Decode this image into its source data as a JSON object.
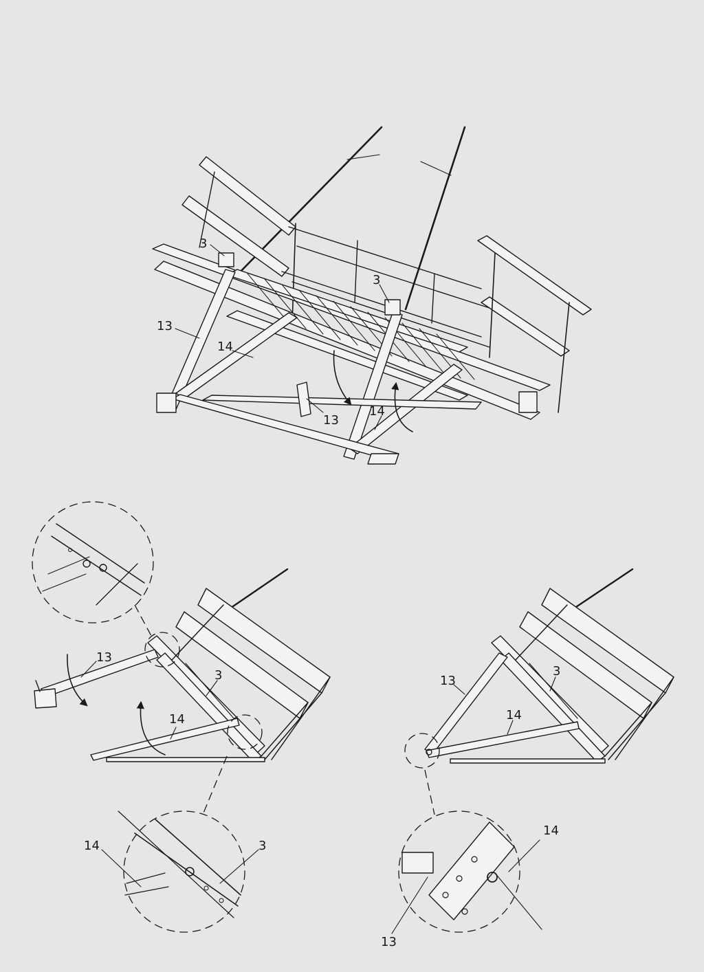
{
  "figure": {
    "callouts": {
      "top": {
        "a": "3",
        "b": "3",
        "c": "13",
        "d": "14",
        "e": "13",
        "f": "14"
      },
      "bottom_left": {
        "a": "13",
        "b": "3",
        "c": "14"
      },
      "bottom_left_detail": {
        "a": "14",
        "b": "3"
      },
      "bottom_right": {
        "a": "13",
        "b": "3",
        "c": "14"
      },
      "bottom_right_detail": {
        "a": "14",
        "b": "13"
      }
    }
  }
}
